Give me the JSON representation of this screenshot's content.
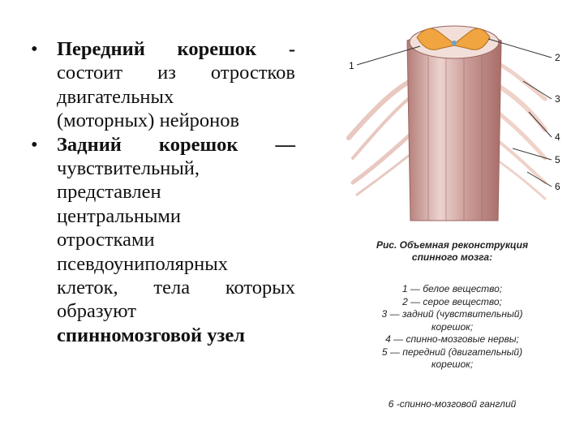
{
  "bullets": [
    {
      "marker": "•",
      "lines": [
        {
          "text": "Передний корешок -",
          "bold": true,
          "justify": true
        },
        {
          "text": "состоит из отростков",
          "bold": false,
          "justify": true
        },
        {
          "text": "двигательных",
          "bold": false,
          "justify": false
        },
        {
          "text": "(моторных) нейронов",
          "bold": false,
          "justify": false
        }
      ]
    },
    {
      "marker": "•",
      "lines": [
        {
          "text": "Задний корешок —",
          "bold": true,
          "justify": true
        },
        {
          "text": "чувствительный,",
          "bold": false,
          "justify": false
        },
        {
          "text": "представлен",
          "bold": false,
          "justify": false
        },
        {
          "text": "центральными",
          "bold": false,
          "justify": false
        },
        {
          "text": "отростками",
          "bold": false,
          "justify": false
        },
        {
          "text": "псевдоуниполярных",
          "bold": false,
          "justify": false
        },
        {
          "text": "клеток, тела которых",
          "bold": false,
          "justify": true
        },
        {
          "text": "образуют",
          "bold": false,
          "justify": false
        },
        {
          "text": "спинномозговой узел",
          "bold": true,
          "justify": false
        }
      ]
    }
  ],
  "figure": {
    "labels": [
      "1",
      "2",
      "3",
      "4",
      "5",
      "6"
    ],
    "colors": {
      "white_matter": "#c99a95",
      "cord_highlight": "#ecd3cf",
      "gray_matter": "#f0a540",
      "roots": "#efd2c8",
      "pointer_lines": "#333333"
    }
  },
  "caption": {
    "title_lines": [
      "Рис. Объемная реконструкция",
      "спинного мозга:"
    ],
    "items": [
      "1 — белое вещество;",
      "2 — серое вещество;",
      "3 — задний (чувствительный)",
      "корешок;",
      "4 — спинно-мозговые нервы;",
      "5 — передний (двигательный)",
      "корешок;"
    ],
    "footer": "6 -спинно-мозговой ганглий"
  }
}
